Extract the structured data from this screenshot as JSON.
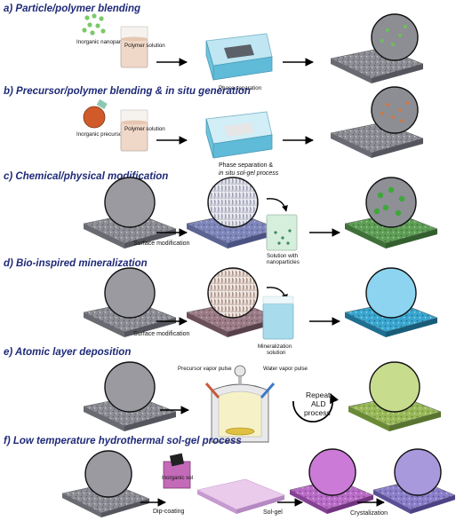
{
  "panels": {
    "a": {
      "title": "a) Particle/polymer blending",
      "nanoparticles": "Inorganic nanoparticles",
      "polymer": "Polymer solution",
      "step": "Phase separation"
    },
    "b": {
      "title": "b) Precursor/polymer blending & in situ generation",
      "precursor": "Inorganic precursor",
      "polymer": "Polymer solution",
      "step_1": "Phase separation &",
      "step_2": "in situ sol-gel process"
    },
    "c": {
      "title": "c) Chemical/physical modification",
      "step": "Surface modification",
      "solution_1": "Solution with",
      "solution_2": "nanoparticles"
    },
    "d": {
      "title": "d) Bio-inspired mineralization",
      "step": "Surface modification",
      "solution_1": "Mineralization",
      "solution_2": "solution"
    },
    "e": {
      "title": "e) Atomic layer deposition",
      "precursor_pulse": "Precursor vapor pulse",
      "water_pulse": "Water vapor pulse",
      "repeat_1": "Repeat",
      "repeat_2": "ALD",
      "repeat_3": "process"
    },
    "f": {
      "title": "f) Low temperature hydrothermal sol-gel process",
      "sol": "Inorganic sol",
      "step_1": "Dip-coating",
      "step_2": "Sol-gel",
      "step_3": "Crystalization"
    }
  },
  "colors": {
    "title": "#1f2a78",
    "membrane_grey": "#8c8c92",
    "membrane_blue": "#7b84b8",
    "membrane_green": "#5a9a52",
    "membrane_cyan": "#3aa6cf",
    "membrane_purple": "#b76cc4",
    "water": "#7fd0e6"
  }
}
